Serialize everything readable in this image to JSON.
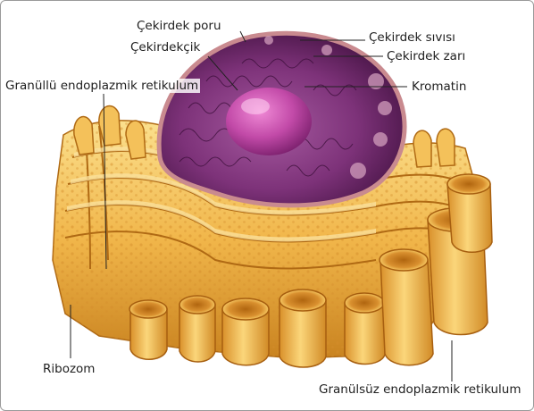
{
  "labels": {
    "nuclear_pore": "Çekirdek poru",
    "nucleoplasm": "Çekirdek sıvısı",
    "nucleolus": "Çekirdekçik",
    "nuclear_envelope": "Çekirdek zarı",
    "rough_er": "Granüllü endoplazmik retikulum",
    "chromatin": "Kromatin",
    "ribosome": "Ribozom",
    "smooth_er": "Granülsüz endoplazmik retikulum"
  },
  "colors": {
    "er_light": "#f6cc68",
    "er_mid": "#e9a93a",
    "er_dark": "#b86d12",
    "nucleus_dark": "#5a1e58",
    "nucleus_mid": "#8e3d8a",
    "nucleolus": "#c24aa8",
    "envelope": "#c98a8f",
    "leader": "#222222"
  }
}
